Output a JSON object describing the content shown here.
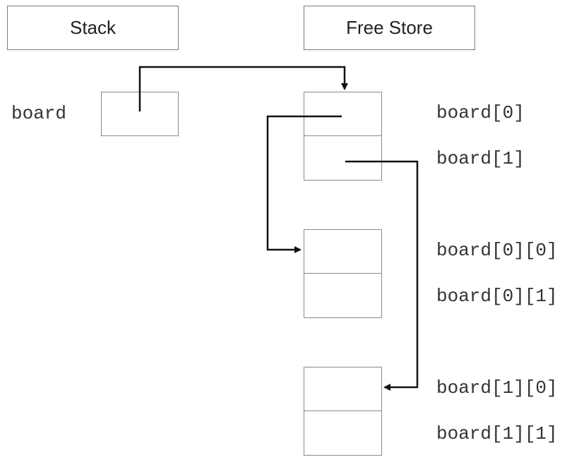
{
  "headers": {
    "stack": "Stack",
    "free_store": "Free Store"
  },
  "stack": {
    "variable_label": "board"
  },
  "free_store": {
    "row_pointers": [
      "board[0]",
      "board[1]"
    ],
    "row0_cells": [
      "board[0][0]",
      "board[0][1]"
    ],
    "row1_cells": [
      "board[1][0]",
      "board[1][1]"
    ]
  },
  "colors": {
    "arrow": "#111111",
    "border": "#8a8a8a"
  }
}
